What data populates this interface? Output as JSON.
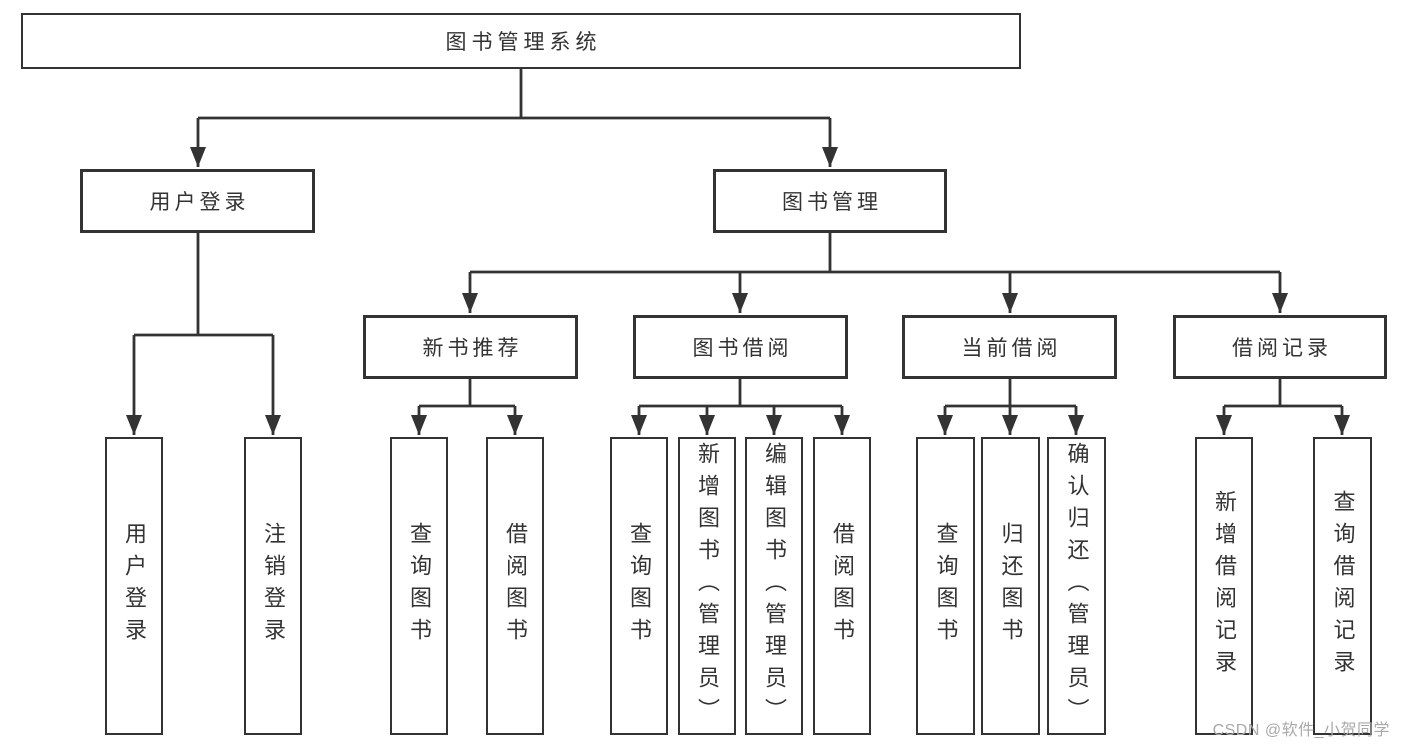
{
  "diagram": {
    "root": {
      "label": "图书管理系统",
      "children": [
        {
          "label": "用户登录",
          "children": [
            {
              "label": "用户登录"
            },
            {
              "label": "注销登录"
            }
          ]
        },
        {
          "label": "图书管理",
          "children": [
            {
              "label": "新书推荐",
              "children": [
                {
                  "label": "查询图书"
                },
                {
                  "label": "借阅图书"
                }
              ]
            },
            {
              "label": "图书借阅",
              "children": [
                {
                  "label": "查询图书"
                },
                {
                  "label": "新增图书（管理员）"
                },
                {
                  "label": "编辑图书（管理员）"
                },
                {
                  "label": "借阅图书"
                }
              ]
            },
            {
              "label": "当前借阅",
              "children": [
                {
                  "label": "查询图书"
                },
                {
                  "label": "归还图书"
                },
                {
                  "label": "确认归还（管理员）"
                }
              ]
            },
            {
              "label": "借阅记录",
              "children": [
                {
                  "label": "新增借阅记录"
                },
                {
                  "label": "查询借阅记录"
                }
              ]
            }
          ]
        }
      ]
    }
  },
  "watermark": {
    "text": "CSDN @软件_小贺同学"
  },
  "colors": {
    "line": "#333333",
    "box_border": "#333333",
    "text": "#333333",
    "background": "#ffffff",
    "watermark": "#a9a9a9"
  }
}
